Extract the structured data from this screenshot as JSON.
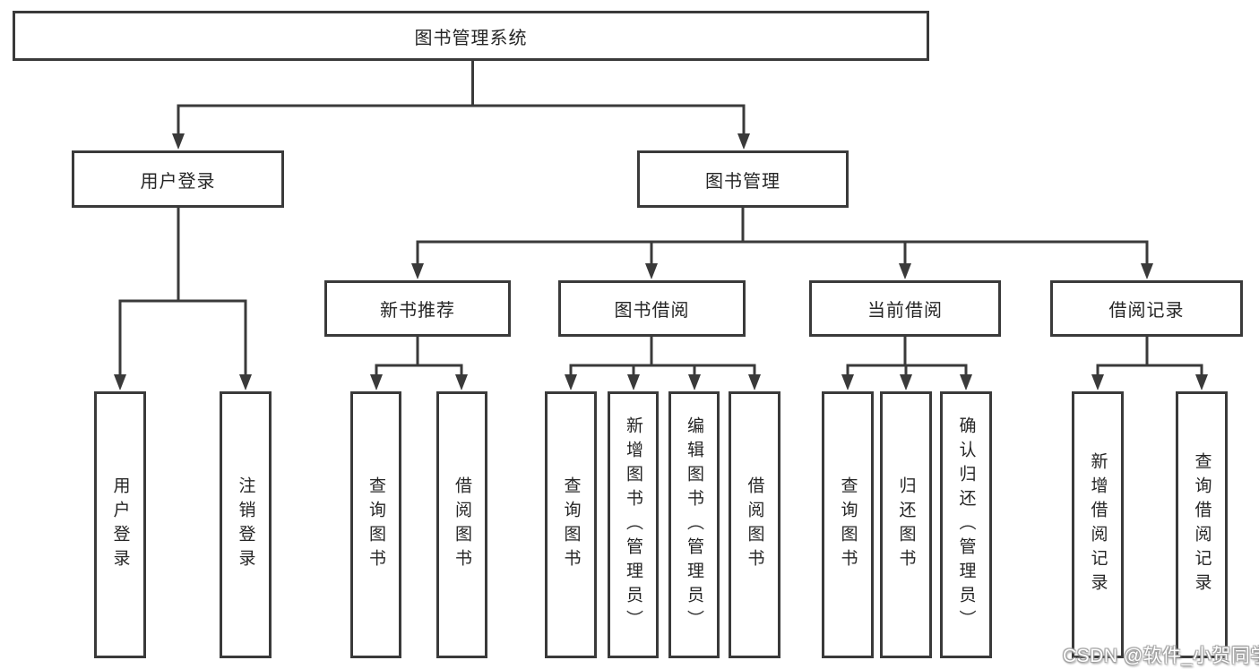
{
  "diagram": {
    "root": {
      "label": "图书管理系统"
    },
    "branches": [
      {
        "label": "用户登录",
        "children": [
          {
            "label": "用户登录"
          },
          {
            "label": "注销登录"
          }
        ]
      },
      {
        "label": "图书管理",
        "children": [
          {
            "label": "新书推荐",
            "children": [
              {
                "label": "查询图书"
              },
              {
                "label": "借阅图书"
              }
            ]
          },
          {
            "label": "图书借阅",
            "children": [
              {
                "label": "查询图书"
              },
              {
                "label": "新增图书（管理员）"
              },
              {
                "label": "编辑图书（管理员）"
              },
              {
                "label": "借阅图书"
              }
            ]
          },
          {
            "label": "当前借阅",
            "children": [
              {
                "label": "查询图书"
              },
              {
                "label": "归还图书"
              },
              {
                "label": "确认归还（管理员）"
              }
            ]
          },
          {
            "label": "借阅记录",
            "children": [
              {
                "label": "新增借阅记录"
              },
              {
                "label": "查询借阅记录"
              }
            ]
          }
        ]
      }
    ]
  },
  "watermark": {
    "text": "CSDN @软件_小贺同学"
  },
  "colors": {
    "line": "#3a3a3a",
    "node_border": "#3a3a3a",
    "text": "#262626",
    "background": "#ffffff",
    "watermark_text": "#ffffff"
  }
}
